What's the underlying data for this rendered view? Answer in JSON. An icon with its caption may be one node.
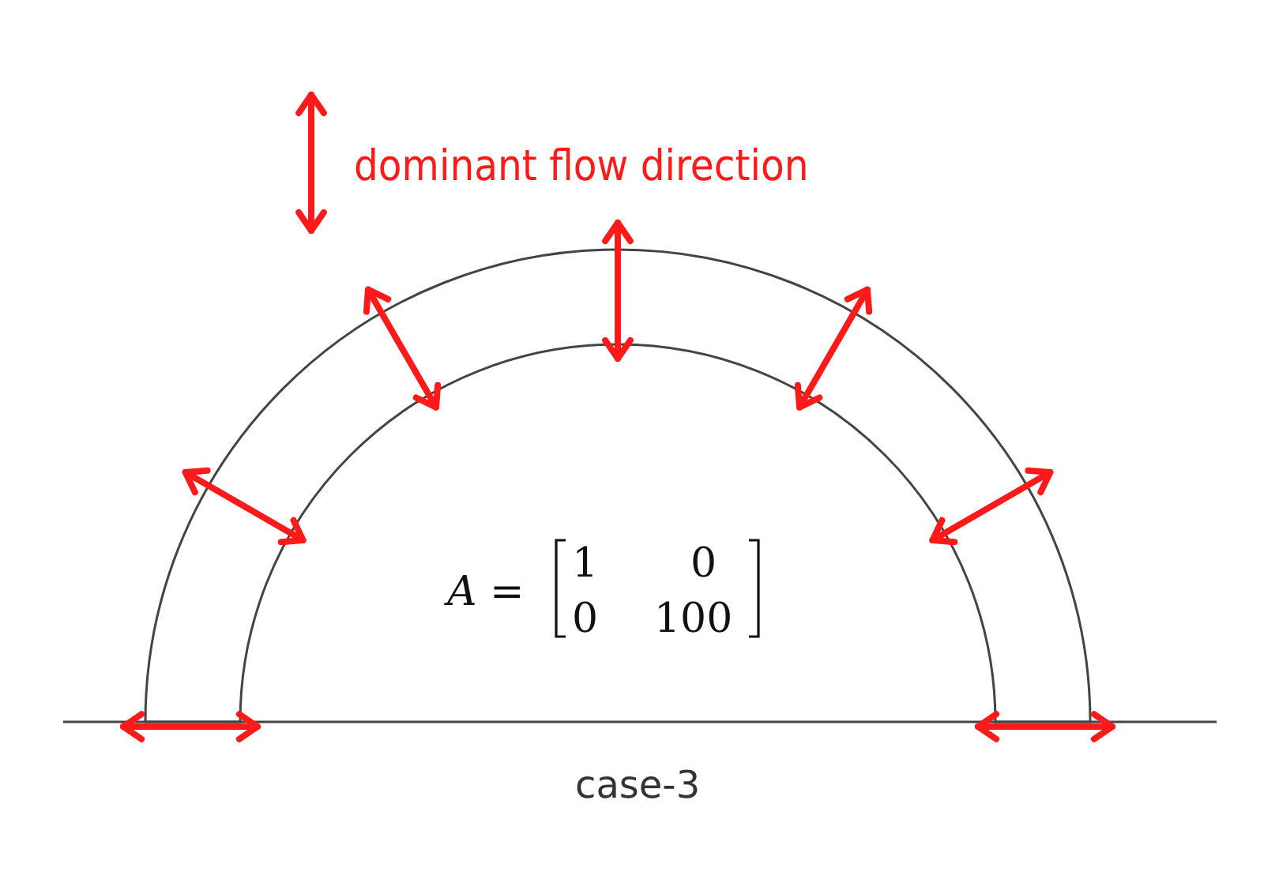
{
  "diagram": {
    "labels": [
      "A =",
      "1",
      "0",
      "0",
      "100",
      "case-3"
    ],
    "legend": [
      {
        "text": "dominant flow direction"
      }
    ]
  }
}
